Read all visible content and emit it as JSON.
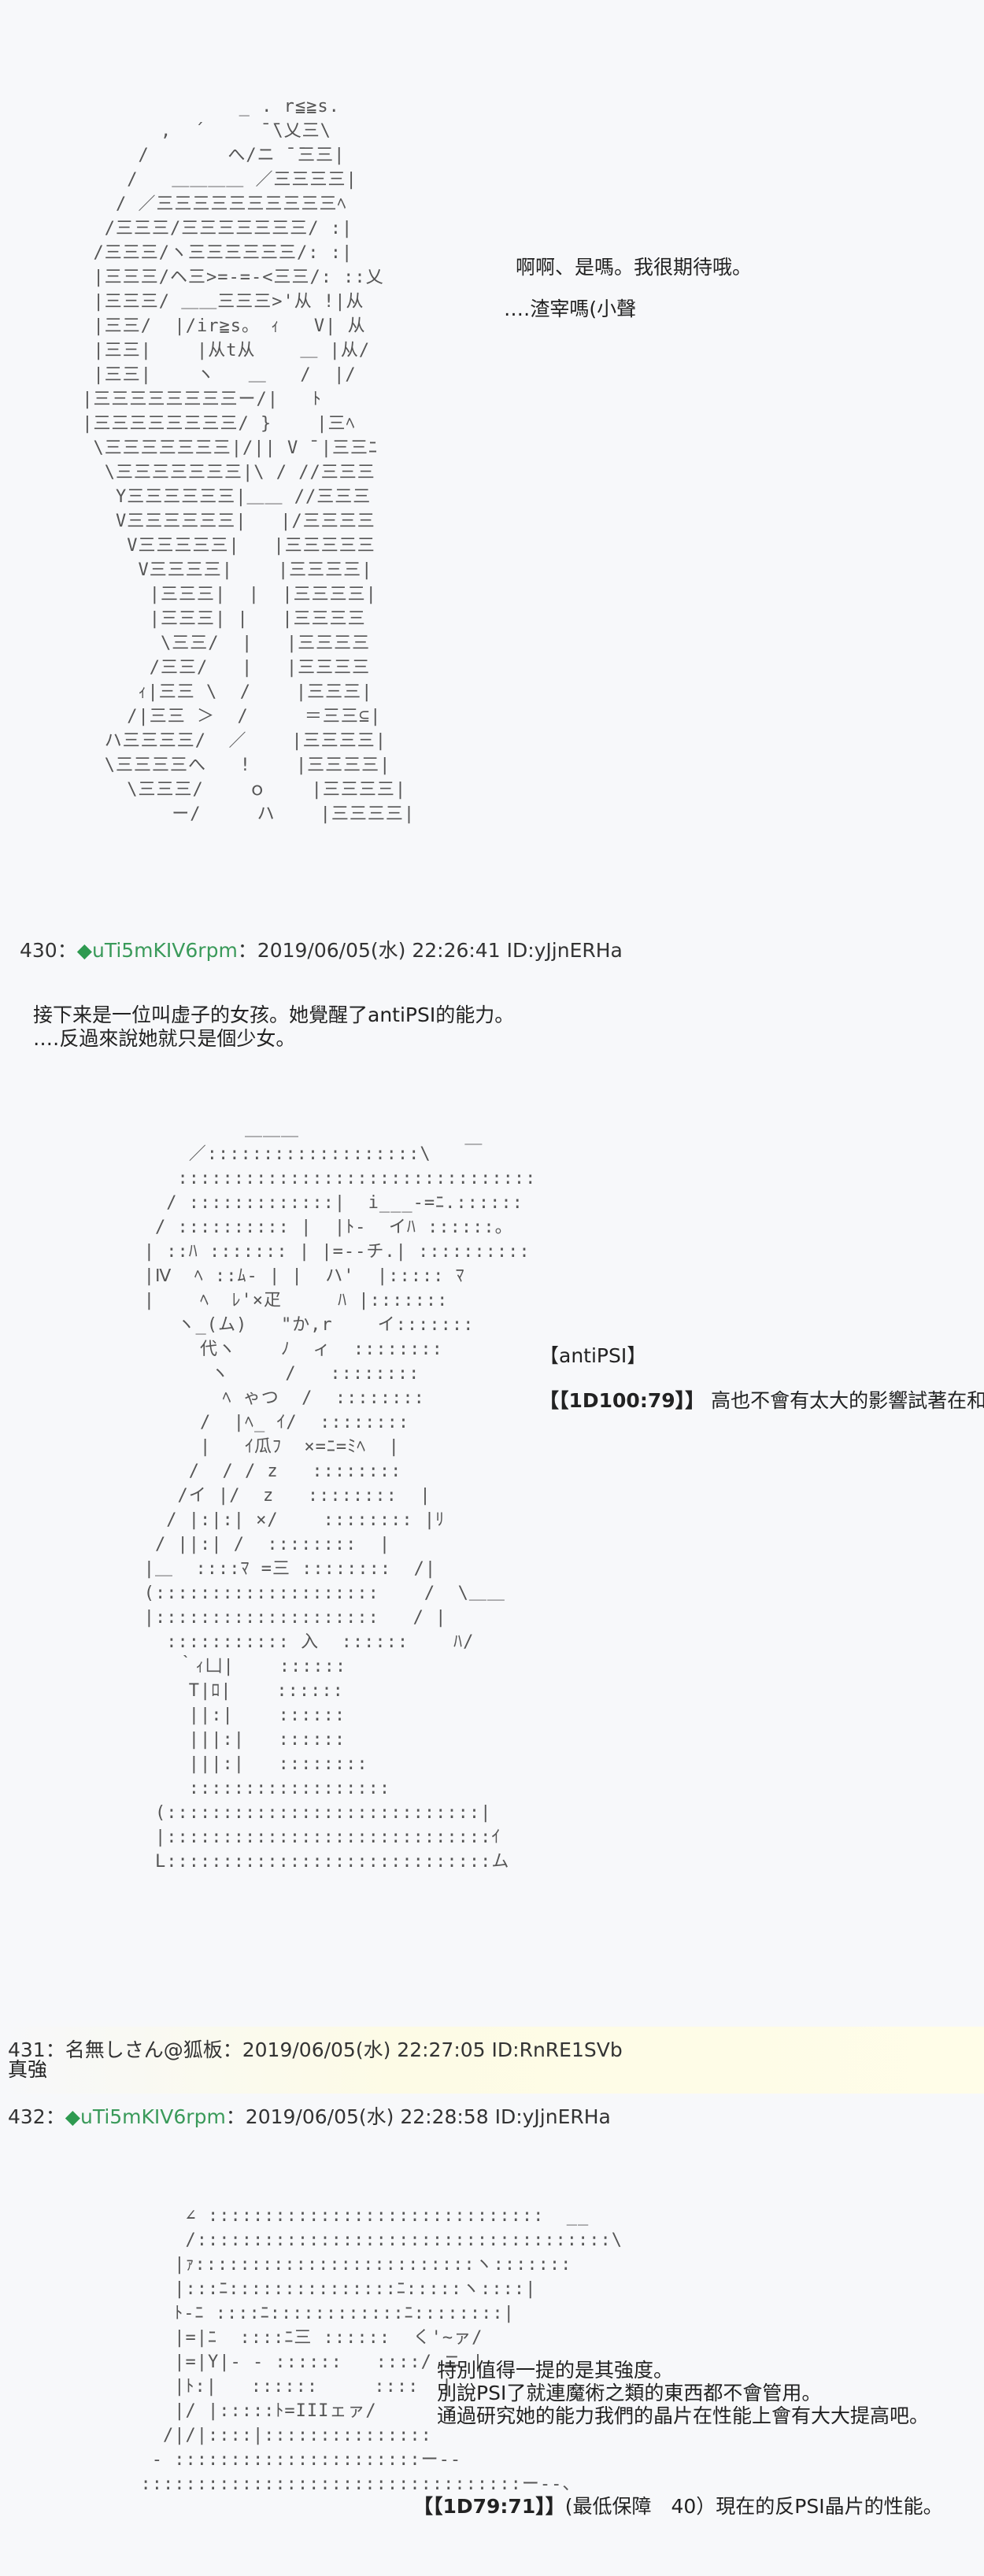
{
  "art": {
    "art1": "               _ . r≦≧s.\n        ,  ´     ̄ ̄\\乂三\\\n      /       へ/ニ ̄ ̄三三|\n     /   ＿＿＿＿ ／三三三三|\n    / ／三三三三三三三三三三ﾍ\n   /三三三/三三三三三三三/ :|\n  /三三三/ヽ三三三三三三/: :|\n  |三三三/ヘ三>=-=-<三三/: ::乂\n  |三三三/ ＿＿三三三>'从 !|从\n  |三三/  |/ir≧s。 ｨ   V| 从\n  |三三|    |从t从    ＿ |从/\n  |三三|    ヽ   ＿   /  |/\n |三三三三三三三三ー/|   ﾄ\n |三三三三三三三三/ }    |三ﾍ\n  \\三三三三三三三|/|| V ̄ |三三ﾆ\n   \\三三三三三三三|\\ / //三三三\n    Y三三三三三三|＿＿ //三三三\n    V三三三三三三|   |/三三三三\n     V三三三三三|   |三三三三三\n      V三三三三|    |三三三三|\n       |三三三|  |  |三三三三|\n       |三三三| |   |三三三三\n        \\三三/  |   |三三三三\n       /三三/   |   |三三三三\n      ｨ|三三 \\  /    |三三三|\n     /|三三 ＞  /     ＝三三⊆|\n   ハ三三三三/  ／    |三三三三|\n   \\三三三三へ   !    |三三三三|\n     \\三三三/    ｏ    |三三三三|\n         ー/     ハ    |三三三三|",
    "art2": "            ＿＿＿\n       ／:::::::::::::::::::\\   ￣\n      ::::::::::::::::::::::::::::::::\n     / :::::::::::::|  i___-=ﾆ.::::::\n    / :::::::::: |  |ﾄ‐  イﾊ ::::::。\n   | ::ﾊ ::::::: | |=-‐チ.| ::::::::::\n   |Ⅳ  ﾍ ::ﾑ- | |  ハ'  |::::: ﾏ\n   |    ﾍ  ﾚ'×疋     ﾊ |:::::::\n      ヽ_(ム)   \"か,r    イ:::::::\n        代ヽ    ﾉ  ィ  ::::::::\n         ヽ     /   ::::::::\n          ﾍ ゃつ  /  ::::::::\n        /  |ﾍ_ ｲ/  ::::::::\n        |   ｲ瓜ﾌ  ×=ﾆ=ﾐﾍ  |\n       /  / / z   ::::::::\n      /イ |/  z   ::::::::  |\n     / |:|:| ×/    :::::::: |ﾘ\n    / ||:| /  ::::::::  |\n   |＿  ::::ﾏ =三 ::::::::  /|\n   (::::::::::::::::::::    /  \\＿＿\n   |::::::::::::::::::::   / |\n     ::::::::::: 入  ::::::    ﾊ/\n      ｀ｨ凵|    ::::::\n       T|ﾛ|    ::::::\n       ||:|    ::::::\n       |||:|   ::::::\n       |||:|   ::::::::\n       ::::::::::::::::::\n    (::::::::::::::::::::::::::::|\n    |:::::::::::::::::::::::::::::ｲ\n    L:::::::::::::::::::::::::::::ム",
    "art3": "      ∠ ::::::::::::::::::::::::::::::  __\n      /:::::::::::::::::::::::::::::::::::::\\\n     |ｧ:::::::::::::::::::::::::ヽ:::::::\n     |:::ﾆ:::::::::::::::ﾆ:::::ヽ::::|\n     ﾄ-ﾆ ::::ﾆ::::::::::::ﾆ::::::::|\n     |=|ﾆ  ::::ﾆ三 ::::::  く'~ァ/\n     |=|Y|- - ::::::   ::::/ ニ |\n     |ﾄ:|   ::::::     ::::  |\n     |/ |:::::ﾄ=IIIェァ/\n    /|/|::::|:::::::::::::::\n   - ::::::::::::::::::::::ー‐-\n  ::::::::::::::::::::::::::::::::::ー--、"
  },
  "art1_lines": {
    "line1": "啊啊、是嗎。我很期待哦。",
    "line2": "‥‥渣宰嗎(小聲"
  },
  "posts": [
    {
      "number": "430",
      "sep": "：",
      "diamond": "◆",
      "name": "uTi5mKIV6rpm",
      "datetime": "：2019/06/05(水) 22:26:41 ID:yJjnERHa",
      "body": [
        "接下来是一位叫虚子的女孩。她覺醒了antiPSI的能力。",
        "‥‥反過來說她就只是個少女。"
      ]
    },
    {
      "number": "431",
      "sep": "：",
      "name": "名無しさん@狐板",
      "datetime": "：2019/06/05(水) 22:27:05 ID:RnRE1SVb",
      "body": [
        "真強"
      ]
    },
    {
      "number": "432",
      "sep": "：",
      "diamond": "◆",
      "name": "uTi5mKIV6rpm",
      "datetime": "：2019/06/05(水) 22:28:58 ID:yJjnERHa"
    }
  ],
  "art2_lines": {
    "tag": "【antiPSI】",
    "dice": "【【1D100:79】】",
    "dice_text": " 高也不會有太大的影響試著在和P"
  },
  "art3_lines": {
    "line1": "特別值得一提的是其強度。",
    "line2": "別說PSI了就連魔術之類的東西都不會管用。",
    "line3": "通過研究她的能力我們的晶片在性能上會有大大提高吧。",
    "dice": "【【1D79:71】】",
    "dice_text": "(最低保障　40）現在的反PSI晶片的性能。"
  },
  "colors": {
    "trip": "#3a9a5a",
    "highlight": "#fffde8",
    "background": "#f7f8fa"
  }
}
